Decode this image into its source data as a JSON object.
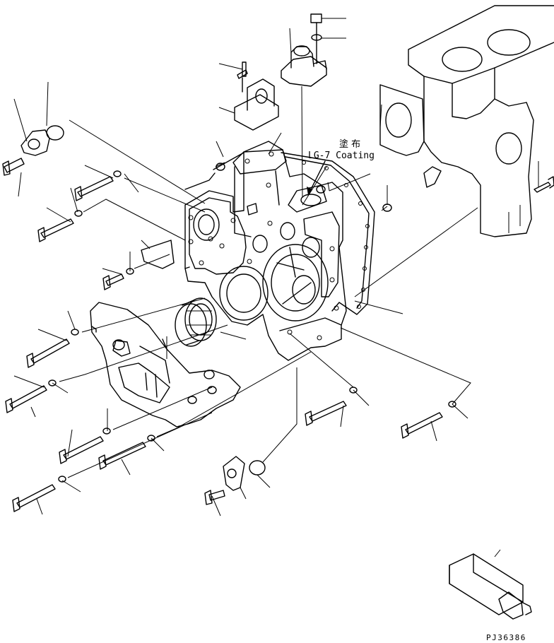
{
  "annotation": {
    "japanese": "塗 布",
    "coating": "LG-7 Coating"
  },
  "figure_code": "PJ36386"
}
